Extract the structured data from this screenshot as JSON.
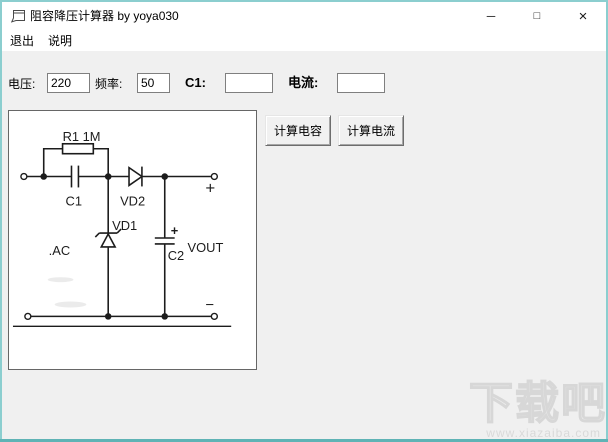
{
  "window": {
    "title": "阻容降压计算器 by yoya030",
    "controls": {
      "minimize_glyph": "─",
      "maximize_glyph": "□",
      "close_glyph": "×"
    }
  },
  "menu": {
    "items": [
      {
        "label": "退出"
      },
      {
        "label": "说明"
      }
    ]
  },
  "form": {
    "voltage_label": "电压:",
    "voltage_value": "220",
    "frequency_label": "频率:",
    "frequency_value": "50",
    "c1_label": "C1:",
    "c1_value": "",
    "current_label": "电流:",
    "current_value": ""
  },
  "buttons": {
    "calc_capacitance": "计算电容",
    "calc_current": "计算电流"
  },
  "circuit": {
    "labels": {
      "r1": "R1 1M",
      "c1": "C1",
      "vd2": "VD2",
      "vd1": "VD1",
      "ac": ".AC",
      "c2": "C2",
      "c2_plus": "+",
      "vout": "VOUT",
      "out_plus": "+",
      "out_minus": "−"
    }
  },
  "watermark": {
    "title": "下载吧",
    "url": "www.xiazaiba.com"
  },
  "colors": {
    "desktop_frame": "#8bcecf",
    "desktop_frame_bottom": "#5fb3b5",
    "titlebar_bg": "#ffffff",
    "client_bg": "#f0f0f0",
    "circuit_ink": "#1c1c1c"
  }
}
